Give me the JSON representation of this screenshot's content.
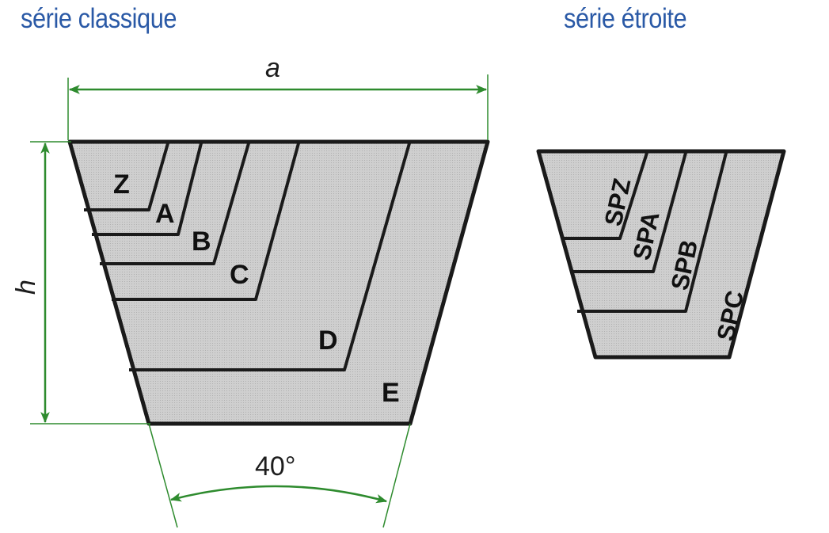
{
  "titles": {
    "classic": "série classique",
    "narrow": "série étroite"
  },
  "dimensions": {
    "width_symbol": "a",
    "height_symbol": "h",
    "angle": "40°"
  },
  "classic_sections": [
    "Z",
    "A",
    "B",
    "C",
    "D",
    "E"
  ],
  "narrow_sections": [
    "SPZ",
    "SPA",
    "SPB",
    "SPC"
  ],
  "colors": {
    "title": "#2a59a6",
    "dimension_lines": "#2e8b2e",
    "section_fill": "#cfcfcf",
    "outline": "#1a1a1a"
  }
}
